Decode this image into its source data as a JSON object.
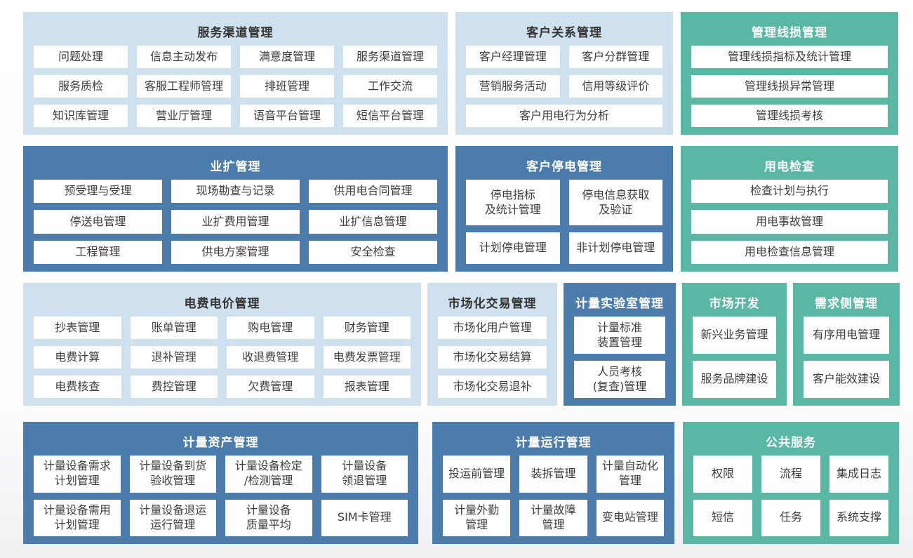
{
  "colors": {
    "light_blue": "#cfe0ee",
    "dark_blue": "#4b7cab",
    "teal": "#5ab7a3",
    "cell_bg": "#ffffff",
    "cell_text": "#3d3d3d"
  },
  "rows": [
    {
      "blocks": [
        {
          "id": "service-channel-mgmt",
          "title": "服务渠道管理",
          "color": "light-blue",
          "cols": 4,
          "items": [
            {
              "label": "问题处理"
            },
            {
              "label": "信息主动发布"
            },
            {
              "label": "满意度管理"
            },
            {
              "label": "服务渠道管理"
            },
            {
              "label": "服务质检"
            },
            {
              "label": "客服工程师管理"
            },
            {
              "label": "排班管理"
            },
            {
              "label": "工作交流"
            },
            {
              "label": "知识库管理"
            },
            {
              "label": "营业厅管理"
            },
            {
              "label": "语音平台管理"
            },
            {
              "label": "短信平台管理"
            }
          ]
        },
        {
          "id": "customer-relationship-mgmt",
          "title": "客户关系管理",
          "color": "light-blue",
          "cols": 2,
          "items": [
            {
              "label": "客户经理管理"
            },
            {
              "label": "客户分群管理"
            },
            {
              "label": "营销服务活动"
            },
            {
              "label": "信用等级评价"
            },
            {
              "label": "客户用电行为分析",
              "span": 2
            }
          ]
        },
        {
          "id": "line-loss-mgmt",
          "title": "管理线损管理",
          "color": "teal",
          "cols": 1,
          "items": [
            {
              "label": "管理线损指标及统计管理"
            },
            {
              "label": "管理线损异常管理"
            },
            {
              "label": "管理线损考核"
            }
          ]
        }
      ]
    },
    {
      "blocks": [
        {
          "id": "business-expansion-mgmt",
          "title": "业扩管理",
          "color": "dark-blue",
          "cols": 3,
          "items": [
            {
              "label": "预受理与受理"
            },
            {
              "label": "现场勘查与记录"
            },
            {
              "label": "供用电合同管理"
            },
            {
              "label": "停送电管理"
            },
            {
              "label": "业扩费用管理"
            },
            {
              "label": "业扩信息管理"
            },
            {
              "label": "工程管理"
            },
            {
              "label": "供电方案管理"
            },
            {
              "label": "安全检查"
            }
          ]
        },
        {
          "id": "customer-outage-mgmt",
          "title": "客户停电管理",
          "color": "dark-blue",
          "cols": 2,
          "items": [
            {
              "label": "停电指标\n及统计管理"
            },
            {
              "label": "停电信息获取\n及验证"
            },
            {
              "label": "计划停电管理"
            },
            {
              "label": "非计划停电管理"
            }
          ]
        },
        {
          "id": "electricity-inspection",
          "title": "用电检查",
          "color": "teal",
          "cols": 1,
          "items": [
            {
              "label": "检查计划与执行"
            },
            {
              "label": "用电事故管理"
            },
            {
              "label": "用电检查信息管理"
            }
          ]
        }
      ]
    },
    {
      "blocks": [
        {
          "id": "tariff-billing-mgmt",
          "title": "电费电价管理",
          "color": "light-blue",
          "cols": 4,
          "items": [
            {
              "label": "抄表管理"
            },
            {
              "label": "账单管理"
            },
            {
              "label": "购电管理"
            },
            {
              "label": "财务管理"
            },
            {
              "label": "电费计算"
            },
            {
              "label": "退补管理"
            },
            {
              "label": "收退费管理"
            },
            {
              "label": "电费发票管理"
            },
            {
              "label": "电费核查"
            },
            {
              "label": "费控管理"
            },
            {
              "label": "欠费管理"
            },
            {
              "label": "报表管理"
            }
          ]
        },
        {
          "id": "market-trading-mgmt",
          "title": "市场化交易管理",
          "color": "light-blue",
          "cols": 1,
          "items": [
            {
              "label": "市场化用户管理"
            },
            {
              "label": "市场化交易结算"
            },
            {
              "label": "市场化交易退补"
            }
          ]
        },
        {
          "id": "metering-lab-mgmt",
          "title": "计量实验室管理",
          "color": "dark-blue",
          "cols": 1,
          "items": [
            {
              "label": "计量标准\n装置管理"
            },
            {
              "label": "人员考核\n(复查)管理"
            }
          ]
        },
        {
          "id": "market-development",
          "title": "市场开发",
          "color": "teal",
          "cols": 1,
          "items": [
            {
              "label": "新兴业务管理"
            },
            {
              "label": "服务品牌建设"
            }
          ]
        },
        {
          "id": "demand-side-mgmt",
          "title": "需求侧管理",
          "color": "teal",
          "cols": 1,
          "items": [
            {
              "label": "有序用电管理"
            },
            {
              "label": "客户能效建设"
            }
          ]
        }
      ]
    },
    {
      "blocks": [
        {
          "id": "metering-asset-mgmt",
          "title": "计量资产管理",
          "color": "dark-blue",
          "cols": 4,
          "items": [
            {
              "label": "计量设备需求\n计划管理"
            },
            {
              "label": "计量设备到货\n验收管理"
            },
            {
              "label": "计量设备检定\n/检测管理"
            },
            {
              "label": "计量设备\n领退管理"
            },
            {
              "label": "计量设备需用\n计划管理"
            },
            {
              "label": "计量设备退运\n运行管理"
            },
            {
              "label": "计量设备\n质量平均"
            },
            {
              "label": "SIM卡管理"
            }
          ]
        },
        {
          "id": "metering-operation-mgmt",
          "title": "计量运行管理",
          "color": "dark-blue",
          "cols": 3,
          "items": [
            {
              "label": "投运前管理"
            },
            {
              "label": "装拆管理"
            },
            {
              "label": "计量自动化\n管理"
            },
            {
              "label": "计量外勤\n管理"
            },
            {
              "label": "计量故障\n管理"
            },
            {
              "label": "变电站管理"
            }
          ]
        },
        {
          "id": "public-services",
          "title": "公共服务",
          "color": "teal",
          "cols": 3,
          "items": [
            {
              "label": "权限"
            },
            {
              "label": "流程"
            },
            {
              "label": "集成日志"
            },
            {
              "label": "短信"
            },
            {
              "label": "任务"
            },
            {
              "label": "系统支撑"
            }
          ]
        }
      ]
    }
  ]
}
